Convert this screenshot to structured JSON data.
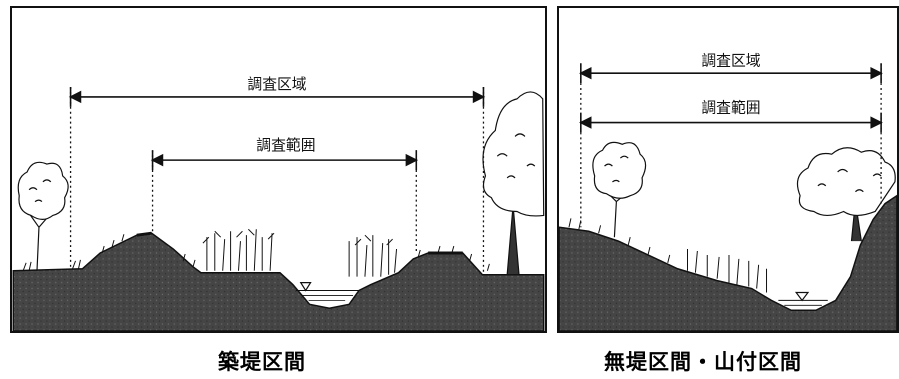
{
  "left_panel": {
    "survey_area_label": "調査区域",
    "survey_range_label": "調査範囲",
    "caption": "築堤区間"
  },
  "right_panel": {
    "survey_area_label": "調査区域",
    "survey_range_label": "調査範囲",
    "caption": "無堤区間・山付区間"
  },
  "colors": {
    "ground": "#4a4a4a",
    "ground_dark": "#2c2c2c",
    "line": "#111111",
    "water": "#cfcfcf"
  }
}
